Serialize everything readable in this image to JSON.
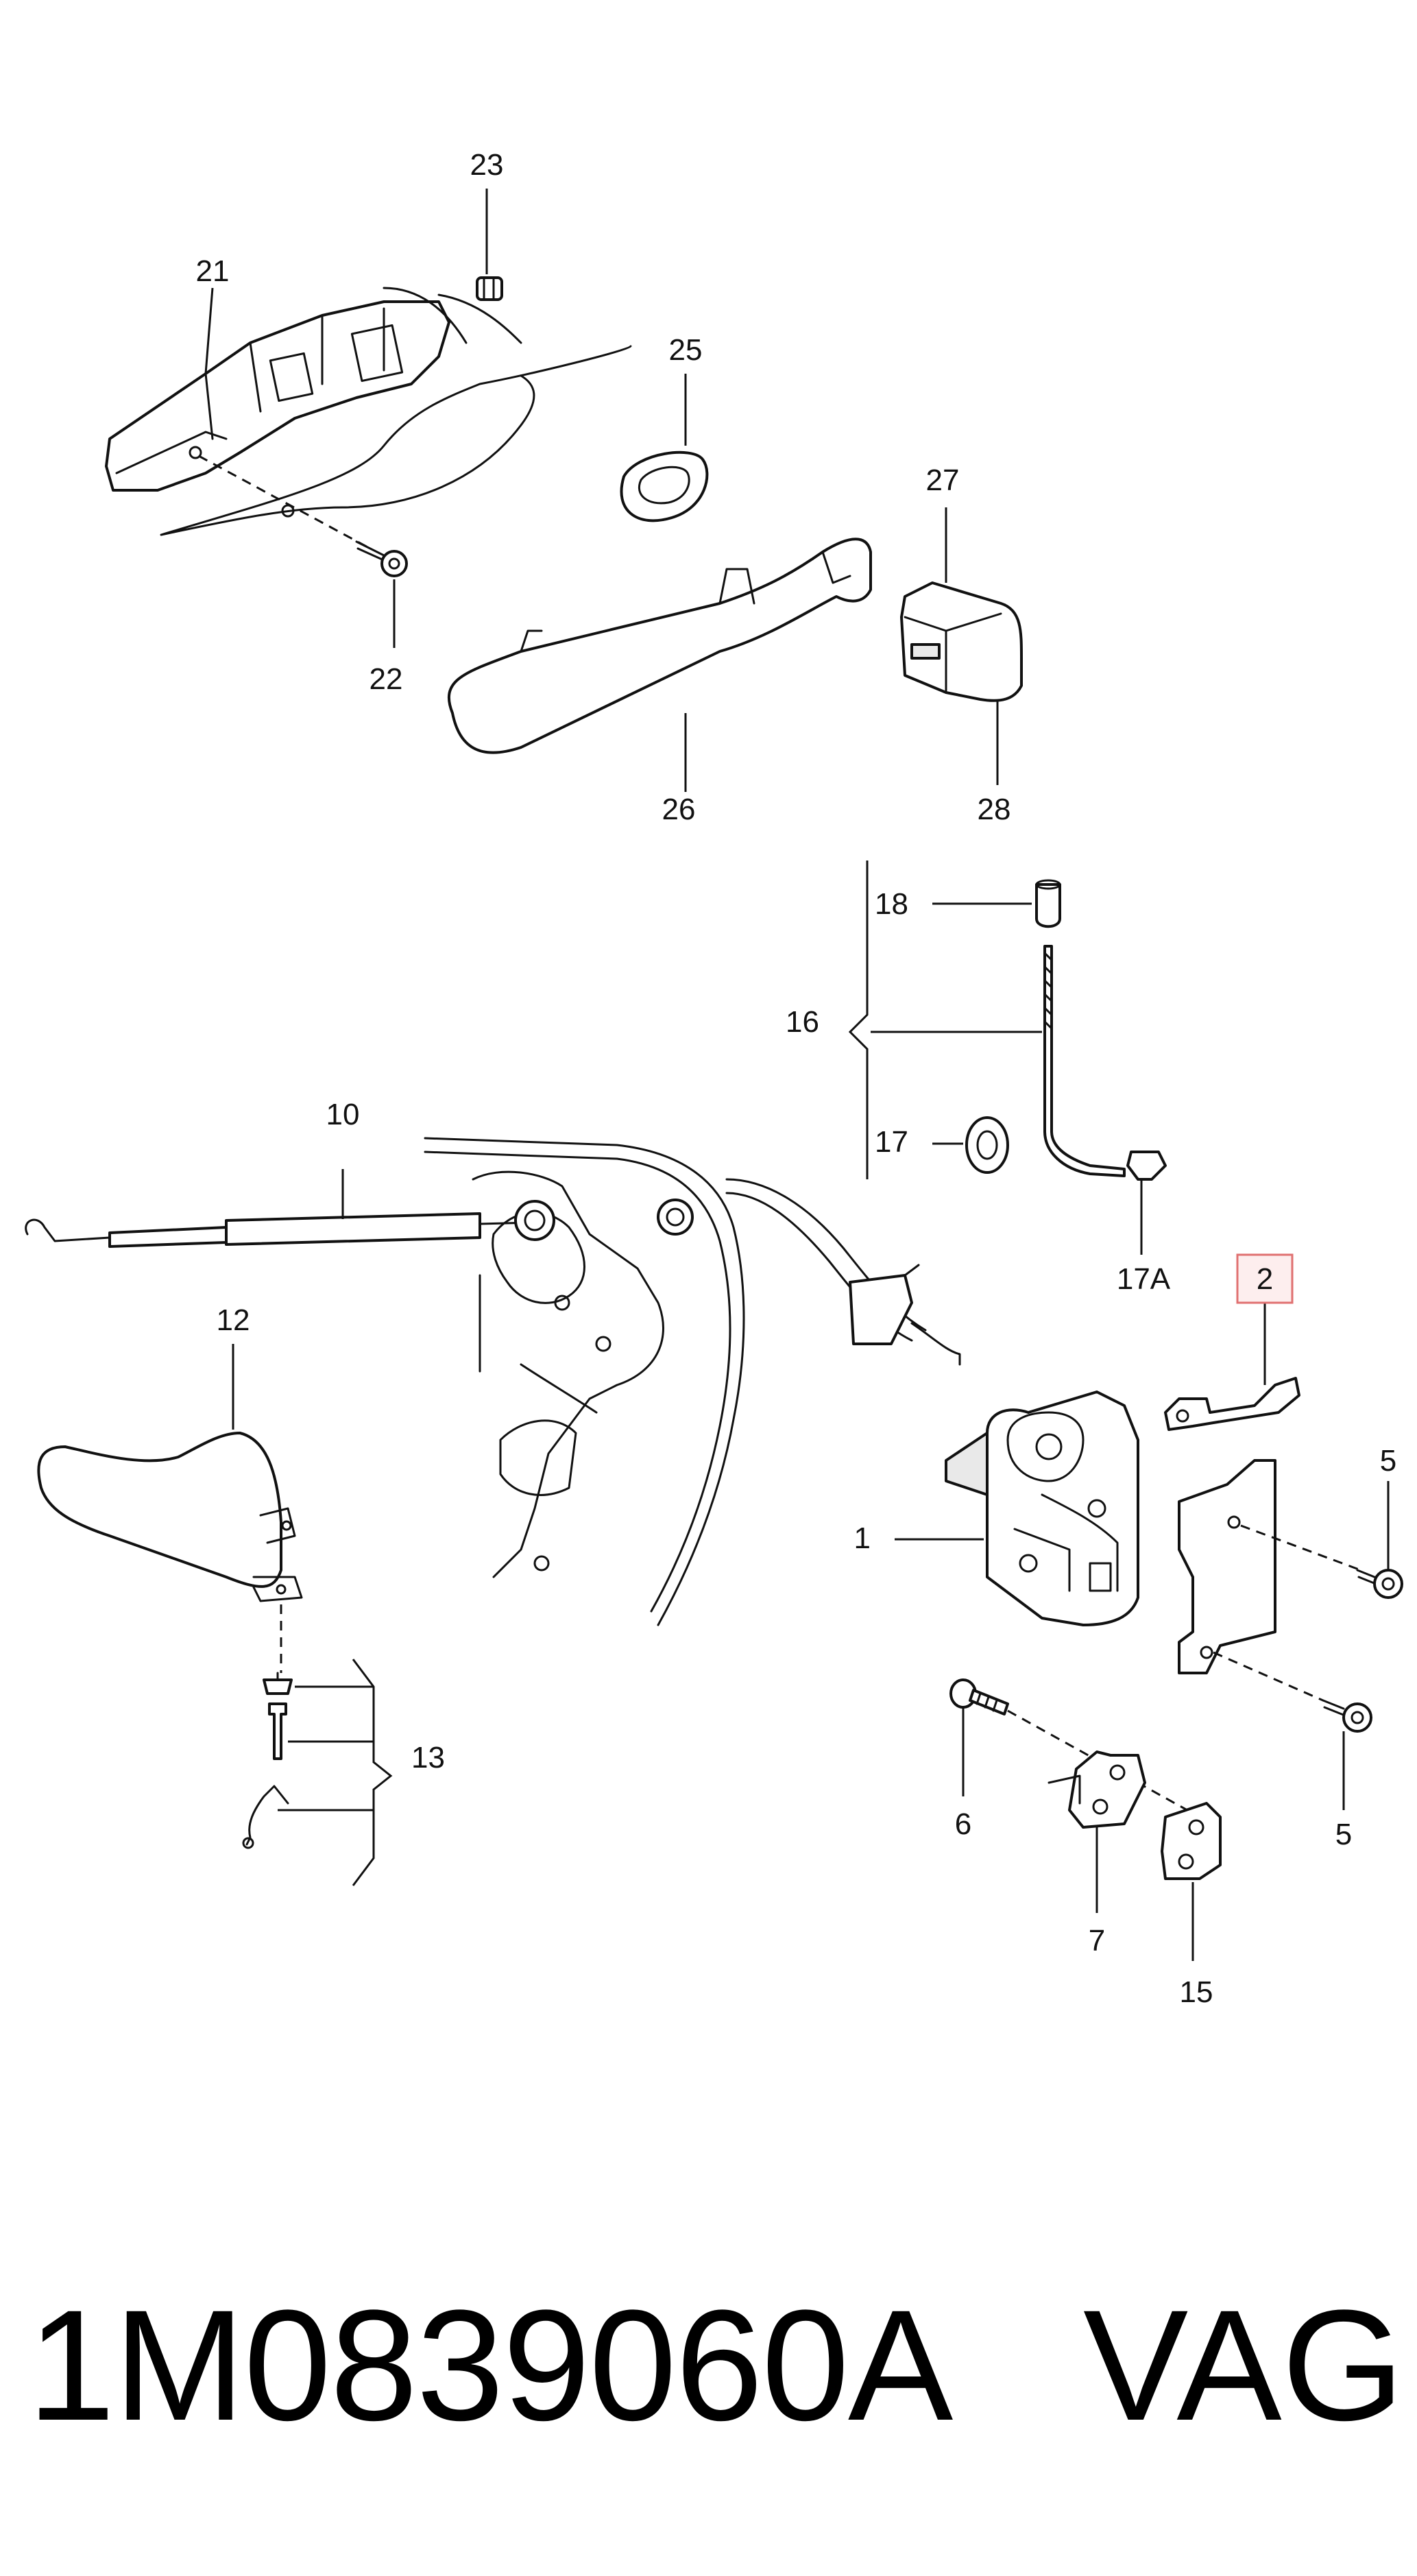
{
  "callouts": {
    "c1": "1",
    "c2": "2",
    "c5a": "5",
    "c5b": "5",
    "c6": "6",
    "c7": "7",
    "c10": "10",
    "c12": "12",
    "c13": "13",
    "c15": "15",
    "c16": "16",
    "c17": "17",
    "c17a": "17A",
    "c18": "18",
    "c21": "21",
    "c22": "22",
    "c23": "23",
    "c25": "25",
    "c26": "26",
    "c27": "27",
    "c28": "28"
  },
  "highlight": {
    "callout": "2",
    "fill_color": "#fdeeee",
    "stroke_color": "#e07070"
  },
  "footer": {
    "part_number": "1M0839060A",
    "brand": "VAG"
  }
}
